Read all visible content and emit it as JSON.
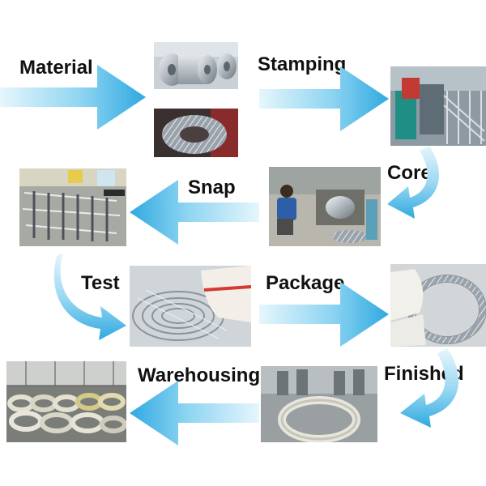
{
  "steps": [
    {
      "label": "Material"
    },
    {
      "label": "Stamping"
    },
    {
      "label": "Core"
    },
    {
      "label": "Snap"
    },
    {
      "label": "Test"
    },
    {
      "label": "Package"
    },
    {
      "label": "Finished"
    },
    {
      "label": "Warehousing"
    }
  ],
  "colors": {
    "arrow_light": "#d7f1fb",
    "arrow_dark": "#3db4e6",
    "text": "#111111"
  }
}
